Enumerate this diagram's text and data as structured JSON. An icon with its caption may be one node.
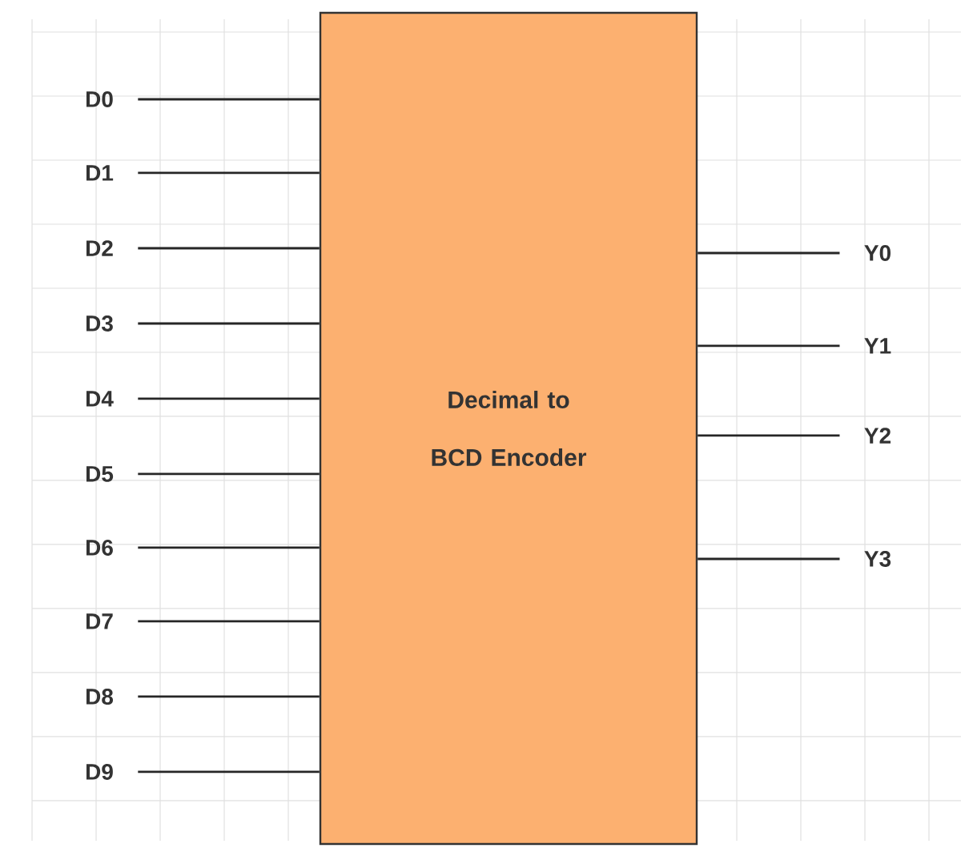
{
  "diagram": {
    "nodes": [
      {
        "text": [
          "Decimal to BCD Encoder"
        ]
      },
      {
        "text": [
          "D0"
        ]
      },
      {
        "text": [
          "D1"
        ]
      },
      {
        "text": [
          "D2"
        ]
      },
      {
        "text": [
          "D3"
        ]
      },
      {
        "text": [
          "D4"
        ]
      },
      {
        "text": [
          "D5"
        ]
      },
      {
        "text": [
          "D6"
        ]
      },
      {
        "text": [
          "D7"
        ]
      },
      {
        "text": [
          "D8"
        ]
      },
      {
        "text": [
          "D9"
        ]
      },
      {
        "text": [
          "Y0"
        ]
      },
      {
        "text": [
          "Y1"
        ]
      },
      {
        "text": [
          "Y2"
        ]
      },
      {
        "text": [
          "Y3"
        ]
      }
    ],
    "edges": [
      {
        "from": 1,
        "to": 0,
        "arrow": "none"
      },
      {
        "from": 2,
        "to": 0,
        "arrow": "none"
      },
      {
        "from": 3,
        "to": 0,
        "arrow": "none"
      },
      {
        "from": 4,
        "to": 0,
        "arrow": "none"
      },
      {
        "from": 5,
        "to": 0,
        "arrow": "none"
      },
      {
        "from": 6,
        "to": 0,
        "arrow": "none"
      },
      {
        "from": 7,
        "to": 0,
        "arrow": "none"
      },
      {
        "from": 8,
        "to": 0,
        "arrow": "none"
      },
      {
        "from": 9,
        "to": 0,
        "arrow": "none"
      },
      {
        "from": 10,
        "to": 0,
        "arrow": "none"
      },
      {
        "from": 0,
        "to": 11,
        "arrow": "none"
      },
      {
        "from": 0,
        "to": 12,
        "arrow": "none"
      },
      {
        "from": 0,
        "to": 13,
        "arrow": "none"
      },
      {
        "from": 0,
        "to": 14,
        "arrow": "none"
      }
    ]
  }
}
